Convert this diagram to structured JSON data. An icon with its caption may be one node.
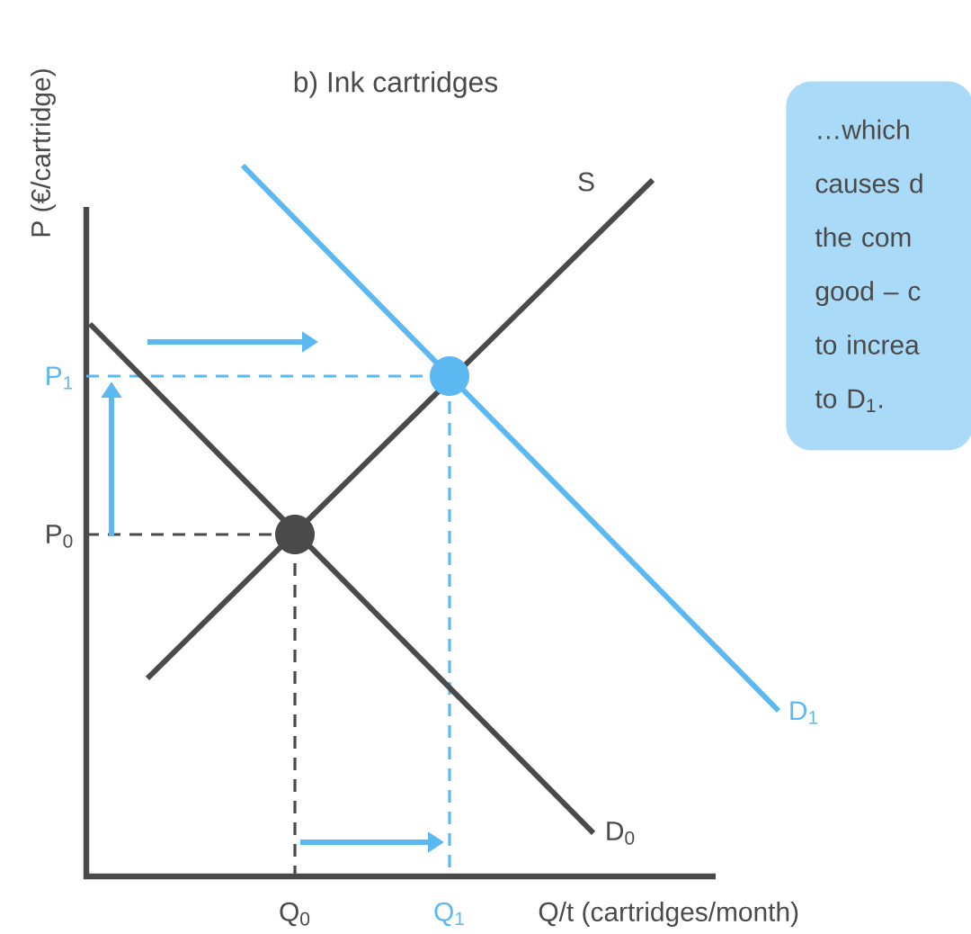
{
  "diagram": {
    "title": "b) Ink cartridges",
    "nodes": [
      {
        "text": [
          "…which causes d the com good – c to increa to D$_{1}$."
        ]
      }
    ],
    "labels": [
      "P (€/cartridge)",
      "S",
      "P$_{1}$",
      "P$_{0}$",
      "D$_{1}$",
      "D$_{0}$",
      "Q$_{0}$",
      "Q$_{1}$",
      "Q/t (cartridges/month)"
    ]
  }
}
